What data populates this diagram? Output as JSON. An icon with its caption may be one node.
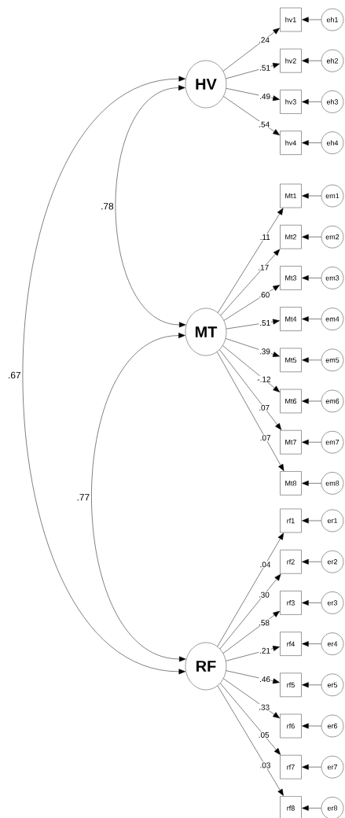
{
  "diagram": {
    "nodes": [
      {
        "text": [
          "HV"
        ]
      },
      {
        "text": [
          "hv1"
        ]
      },
      {
        "text": [
          "eh1"
        ]
      },
      {
        "text": [
          "hv2"
        ]
      },
      {
        "text": [
          "eh2"
        ]
      },
      {
        "text": [
          "hv3"
        ]
      },
      {
        "text": [
          "eh3"
        ]
      },
      {
        "text": [
          "hv4"
        ]
      },
      {
        "text": [
          "eh4"
        ]
      },
      {
        "text": [
          "MT"
        ]
      },
      {
        "text": [
          "Mt1"
        ]
      },
      {
        "text": [
          "em1"
        ]
      },
      {
        "text": [
          "Mt2"
        ]
      },
      {
        "text": [
          "em2"
        ]
      },
      {
        "text": [
          "Mt3"
        ]
      },
      {
        "text": [
          "em3"
        ]
      },
      {
        "text": [
          "Mt4"
        ]
      },
      {
        "text": [
          "em4"
        ]
      },
      {
        "text": [
          "Mt5"
        ]
      },
      {
        "text": [
          "em5"
        ]
      },
      {
        "text": [
          "Mt6"
        ]
      },
      {
        "text": [
          "em6"
        ]
      },
      {
        "text": [
          "Mt7"
        ]
      },
      {
        "text": [
          "em7"
        ]
      },
      {
        "text": [
          "Mt8"
        ]
      },
      {
        "text": [
          "em8"
        ]
      },
      {
        "text": [
          "RF"
        ]
      },
      {
        "text": [
          "rf1"
        ]
      },
      {
        "text": [
          "er1"
        ]
      },
      {
        "text": [
          "rf2"
        ]
      },
      {
        "text": [
          "er2"
        ]
      },
      {
        "text": [
          "rf3"
        ]
      },
      {
        "text": [
          "er3"
        ]
      },
      {
        "text": [
          "rf4"
        ]
      },
      {
        "text": [
          "er4"
        ]
      },
      {
        "text": [
          "rf5"
        ]
      },
      {
        "text": [
          "er5"
        ]
      },
      {
        "text": [
          "rf6"
        ]
      },
      {
        "text": [
          "er6"
        ]
      },
      {
        "text": [
          "rf7"
        ]
      },
      {
        "text": [
          "er7"
        ]
      },
      {
        "text": [
          "rf8"
        ]
      },
      {
        "text": [
          "er8"
        ]
      }
    ],
    "edges": [
      {
        "from": 0,
        "to": 1,
        "arrow": "to",
        "label": ".24"
      },
      {
        "from": 2,
        "to": 1,
        "arrow": "to"
      },
      {
        "from": 0,
        "to": 3,
        "arrow": "to",
        "label": ".51"
      },
      {
        "from": 4,
        "to": 3,
        "arrow": "to"
      },
      {
        "from": 0,
        "to": 5,
        "arrow": "to",
        "label": ".49"
      },
      {
        "from": 6,
        "to": 5,
        "arrow": "to"
      },
      {
        "from": 0,
        "to": 7,
        "arrow": "to",
        "label": ".54"
      },
      {
        "from": 8,
        "to": 7,
        "arrow": "to"
      },
      {
        "from": 9,
        "to": 10,
        "arrow": "to",
        "label": ".11"
      },
      {
        "from": 11,
        "to": 10,
        "arrow": "to"
      },
      {
        "from": 9,
        "to": 12,
        "arrow": "to",
        "label": ".17"
      },
      {
        "from": 13,
        "to": 12,
        "arrow": "to"
      },
      {
        "from": 9,
        "to": 14,
        "arrow": "to",
        "label": ".60"
      },
      {
        "from": 15,
        "to": 14,
        "arrow": "to"
      },
      {
        "from": 9,
        "to": 16,
        "arrow": "to",
        "label": ".51"
      },
      {
        "from": 17,
        "to": 16,
        "arrow": "to"
      },
      {
        "from": 9,
        "to": 18,
        "arrow": "to",
        "label": ".39"
      },
      {
        "from": 19,
        "to": 18,
        "arrow": "to"
      },
      {
        "from": 9,
        "to": 20,
        "arrow": "to",
        "label": "-.12"
      },
      {
        "from": 21,
        "to": 20,
        "arrow": "to"
      },
      {
        "from": 9,
        "to": 22,
        "arrow": "to",
        "label": ".07"
      },
      {
        "from": 23,
        "to": 22,
        "arrow": "to"
      },
      {
        "from": 9,
        "to": 24,
        "arrow": "to",
        "label": ".07"
      },
      {
        "from": 25,
        "to": 24,
        "arrow": "to"
      },
      {
        "from": 26,
        "to": 27,
        "arrow": "to",
        "label": ".04"
      },
      {
        "from": 28,
        "to": 27,
        "arrow": "to"
      },
      {
        "from": 26,
        "to": 29,
        "arrow": "to",
        "label": ".30"
      },
      {
        "from": 30,
        "to": 29,
        "arrow": "to"
      },
      {
        "from": 26,
        "to": 31,
        "arrow": "to",
        "label": ".58"
      },
      {
        "from": 32,
        "to": 31,
        "arrow": "to"
      },
      {
        "from": 26,
        "to": 33,
        "arrow": "to",
        "label": ".21"
      },
      {
        "from": 34,
        "to": 33,
        "arrow": "to"
      },
      {
        "from": 26,
        "to": 35,
        "arrow": "to",
        "label": ".46"
      },
      {
        "from": 36,
        "to": 35,
        "arrow": "to"
      },
      {
        "from": 26,
        "to": 37,
        "arrow": "to",
        "label": ".33"
      },
      {
        "from": 38,
        "to": 37,
        "arrow": "to"
      },
      {
        "from": 26,
        "to": 39,
        "arrow": "to",
        "label": ".05"
      },
      {
        "from": 40,
        "to": 39,
        "arrow": "to"
      },
      {
        "from": 26,
        "to": 41,
        "arrow": "to",
        "label": ".03"
      },
      {
        "from": 42,
        "to": 41,
        "arrow": "to"
      },
      {
        "from": 0,
        "to": 9,
        "arrow": "both",
        "label": ".78"
      },
      {
        "from": 9,
        "to": 26,
        "arrow": "both",
        "label": ".77"
      },
      {
        "from": 0,
        "to": 26,
        "arrow": "both",
        "label": ".67"
      }
    ]
  }
}
